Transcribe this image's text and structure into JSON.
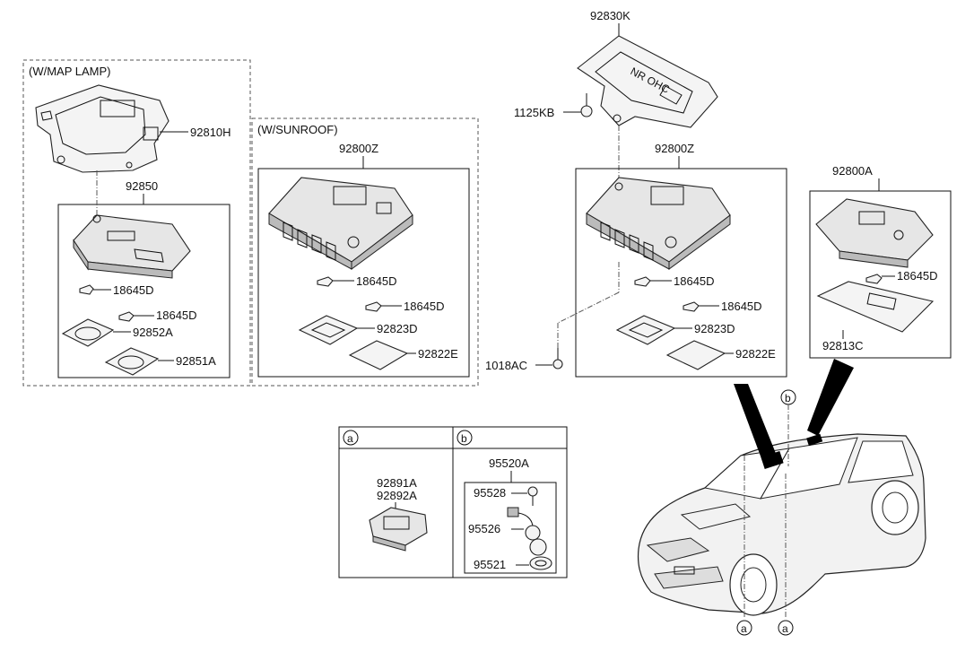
{
  "groups": {
    "map_lamp": "(W/MAP LAMP)",
    "sunroof": "(W/SUNROOF)"
  },
  "labels": {
    "p92830K": "92830K",
    "p1125KB": "1125KB",
    "p92810H": "92810H",
    "p92850": "92850",
    "p18645D_1": "18645D",
    "p18645D_2": "18645D",
    "p92852A": "92852A",
    "p92851A": "92851A",
    "p92800Z_sun": "92800Z",
    "p18645D_3": "18645D",
    "p18645D_4": "18645D",
    "p92823D_1": "92823D",
    "p92822E_1": "92822E",
    "p92800Z": "92800Z",
    "p18645D_5": "18645D",
    "p18645D_6": "18645D",
    "p92823D_2": "92823D",
    "p92822E_2": "92822E",
    "p1018AC": "1018AC",
    "p92800A": "92800A",
    "p18645D_7": "18645D",
    "p92813C": "92813C",
    "p92891A": "92891A",
    "p92892A": "92892A",
    "p95520A": "95520A",
    "p95528": "95528",
    "p95526": "95526",
    "p95521": "95521"
  },
  "panel_tabs": {
    "a": "a",
    "b": "b"
  },
  "callouts": {
    "b_top": "b",
    "a_bottom_1": "a",
    "a_bottom_2": "a"
  },
  "stamp_text": "NR OHC"
}
